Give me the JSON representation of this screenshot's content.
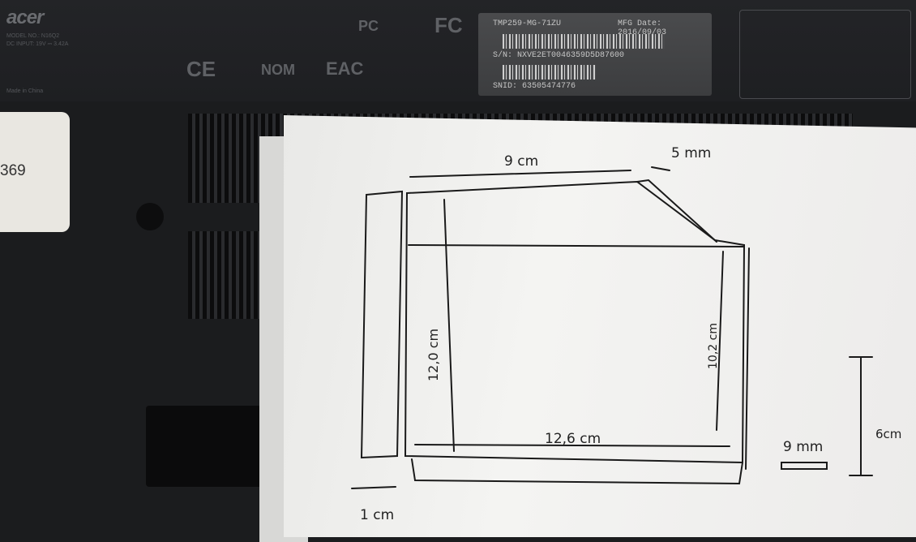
{
  "laptop_label": {
    "brand": "acer",
    "model_line": "MODEL NO.: N16Q2",
    "power_line": "DC INPUT: 19V ⎓ 3.42A",
    "made_in": "Made in China",
    "certifications": [
      "CE",
      "NOM",
      "EAC",
      "FC",
      "PC"
    ]
  },
  "serial_label": {
    "model": "TMP259-MG-71ZU",
    "mfg_date": "MFG Date: 2016/09/03",
    "sn": "S/N: NXVE2ET0046359D5D87600",
    "snid": "SNID: 63505474776"
  },
  "sticker": {
    "text": "369"
  },
  "sketch": {
    "top_width": "9 cm",
    "bevel": "5 mm",
    "left_height": "12,0 cm",
    "right_height": "10,2 cm",
    "bottom_width": "12,6 cm",
    "thickness": "9 mm",
    "side_height": "6cm",
    "side_width": "1 cm"
  }
}
